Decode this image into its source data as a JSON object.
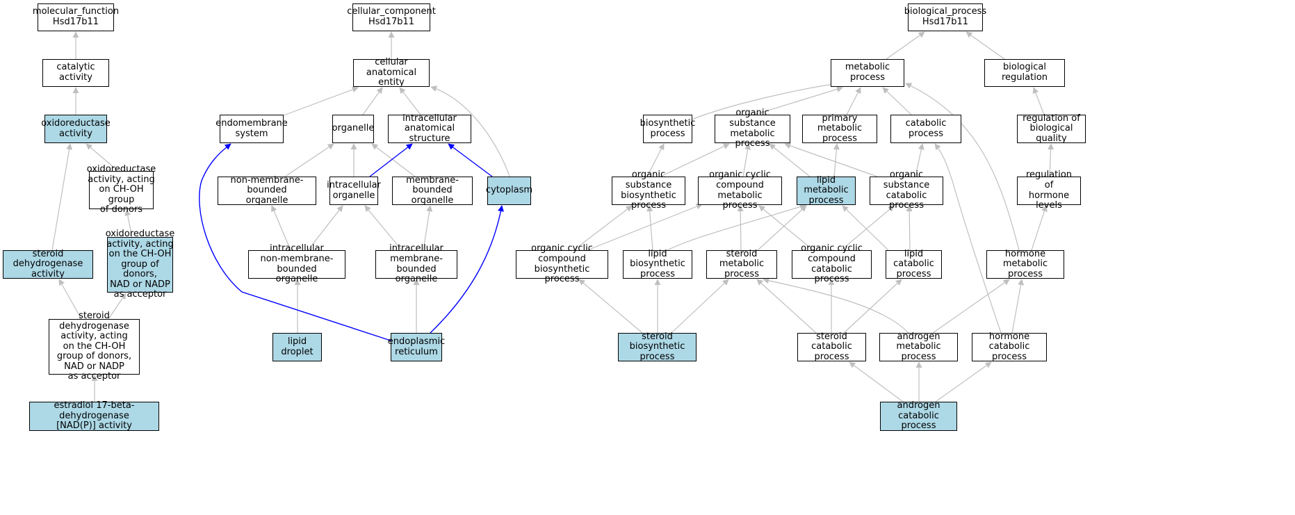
{
  "colors": {
    "highlight": "#add8e6",
    "edge": "#bfbfbf",
    "edge_highlight": "#0000ff",
    "border": "#000000"
  },
  "nodes": {
    "mf": "molecular_function\nHsd17b11",
    "cat": "catalytic activity",
    "oxred": "oxidoreductase\nactivity",
    "oxch": "oxidoreductase\nactivity, acting\non CH-OH group\nof donors",
    "oxnad": "oxidoreductase\nactivity, acting\non the CH-OH\ngroup of donors,\nNAD or NADP\nas acceptor",
    "sdh": "steroid dehydrogenase\nactivity",
    "sdhch": "steroid dehydrogenase\nactivity, acting\non the CH-OH\ngroup of donors,\nNAD or NADP\nas acceptor",
    "estr": "estradiol 17-beta-dehydrogenase\n[NAD(P)] activity",
    "cc": "cellular_component\nHsd17b11",
    "cae": "cellular anatomical\nentity",
    "endo": "endomembrane\nsystem",
    "org": "organelle",
    "ias": "intracellular\nanatomical structure",
    "nmbo": "non-membrane-bounded\norganelle",
    "io": "intracellular\norganelle",
    "mbo": "membrane-bounded\norganelle",
    "cyto": "cytoplasm",
    "inmbo": "intracellular\nnon-membrane-bounded\norganelle",
    "imbo": "intracellular\nmembrane-bounded\norganelle",
    "ld": "lipid droplet",
    "er": "endoplasmic\nreticulum",
    "bp": "biological_process\nHsd17b11",
    "mp": "metabolic process",
    "br": "biological regulation",
    "bsp": "biosynthetic\nprocess",
    "osmp": "organic substance\nmetabolic process",
    "pmp": "primary metabolic\nprocess",
    "catp": "catabolic process",
    "rbq": "regulation of\nbiological quality",
    "osbp": "organic substance\nbiosynthetic\nprocess",
    "occmp": "organic cyclic\ncompound metabolic\nprocess",
    "lmp": "lipid metabolic\nprocess",
    "oscp": "organic substance\ncatabolic process",
    "rhl": "regulation of\nhormone levels",
    "occbp": "organic cyclic\ncompound biosynthetic\nprocess",
    "lbp": "lipid biosynthetic\nprocess",
    "smp": "steroid metabolic\nprocess",
    "occcp": "organic cyclic\ncompound catabolic\nprocess",
    "lcp": "lipid catabolic\nprocess",
    "hmp": "hormone metabolic\nprocess",
    "sbp": "steroid biosynthetic\nprocess",
    "scp": "steroid catabolic\nprocess",
    "amp": "androgen metabolic\nprocess",
    "hcp": "hormone catabolic\nprocess",
    "acp": "androgen catabolic\nprocess"
  }
}
